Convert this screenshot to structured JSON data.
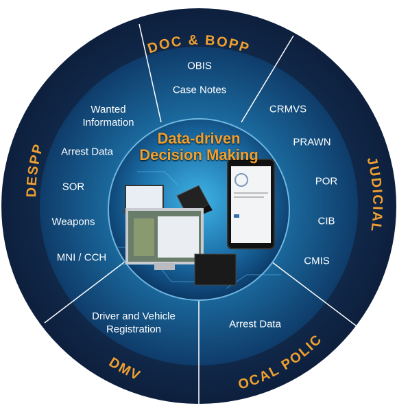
{
  "segments": [
    {
      "name": "DOC & BOPP",
      "items": [
        "OBIS",
        "Case Notes"
      ]
    },
    {
      "name": "JUDICIAL",
      "items": [
        "CRMVS",
        "PRAWN",
        "POR",
        "CIB",
        "CMIS"
      ]
    },
    {
      "name": "LOCAL POLICE",
      "items": [
        "Arrest Data"
      ]
    },
    {
      "name": "DMV",
      "items": [
        "Driver and Vehicle Registration"
      ]
    },
    {
      "name": "DESPP",
      "items": [
        "Wanted Information",
        "Arrest Data",
        "SOR",
        "Weapons",
        "MNI / CCH"
      ]
    }
  ],
  "center": {
    "line1": "Data-driven",
    "line2": "Decision Making"
  },
  "colors": {
    "outer_ring": "#14284a",
    "inner_ring": "#1a5a8c",
    "title_orange": "#f0a030",
    "divider": "#ffffff"
  }
}
